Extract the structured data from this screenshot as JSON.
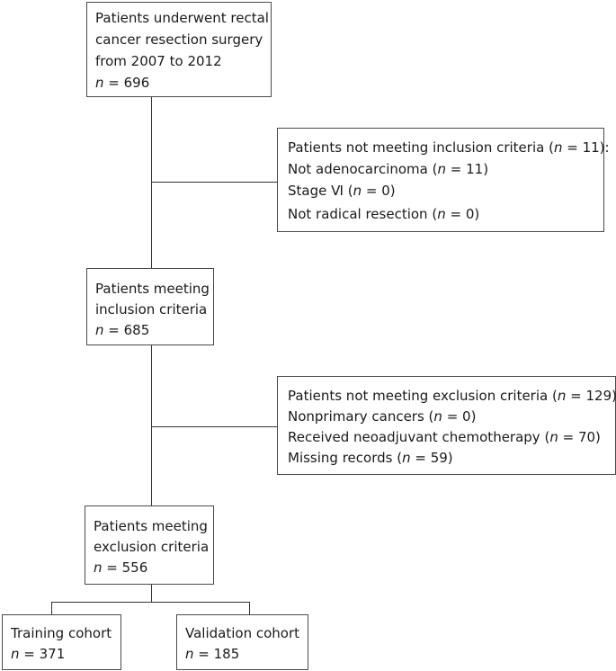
{
  "n_symbol": "n",
  "box_total": {
    "lines": [
      "Patients underwent rectal",
      "cancer resection surgery",
      "from 2007 to 2012"
    ],
    "count": "= 696"
  },
  "box_not_inclusion": {
    "title_prefix": "Patients not meeting inclusion criteria (",
    "title_suffix": "= 11):",
    "items": [
      {
        "label": "Not adenocarcinoma (",
        "value": "= 11)"
      },
      {
        "label": "Stage Ⅵ (",
        "value": "= 0)"
      },
      {
        "label": "Not radical resection (",
        "value": "= 0)"
      }
    ]
  },
  "box_inclusion": {
    "lines": [
      "Patients meeting",
      "inclusion criteria"
    ],
    "count": "= 685"
  },
  "box_not_exclusion": {
    "title_prefix": "Patients not meeting exclusion criteria (",
    "title_suffix": "= 129):",
    "items": [
      {
        "label": "Nonprimary cancers (",
        "value": "= 0)"
      },
      {
        "label": "Received neoadjuvant chemotherapy (",
        "value": "= 70)"
      },
      {
        "label": "Missing records (",
        "value": "= 59)"
      }
    ]
  },
  "box_exclusion": {
    "lines": [
      "Patients meeting",
      "exclusion criteria"
    ],
    "count": "= 556"
  },
  "box_training": {
    "label": "Training cohort",
    "count": "= 371"
  },
  "box_validation": {
    "label": "Validation cohort",
    "count": "= 185"
  }
}
